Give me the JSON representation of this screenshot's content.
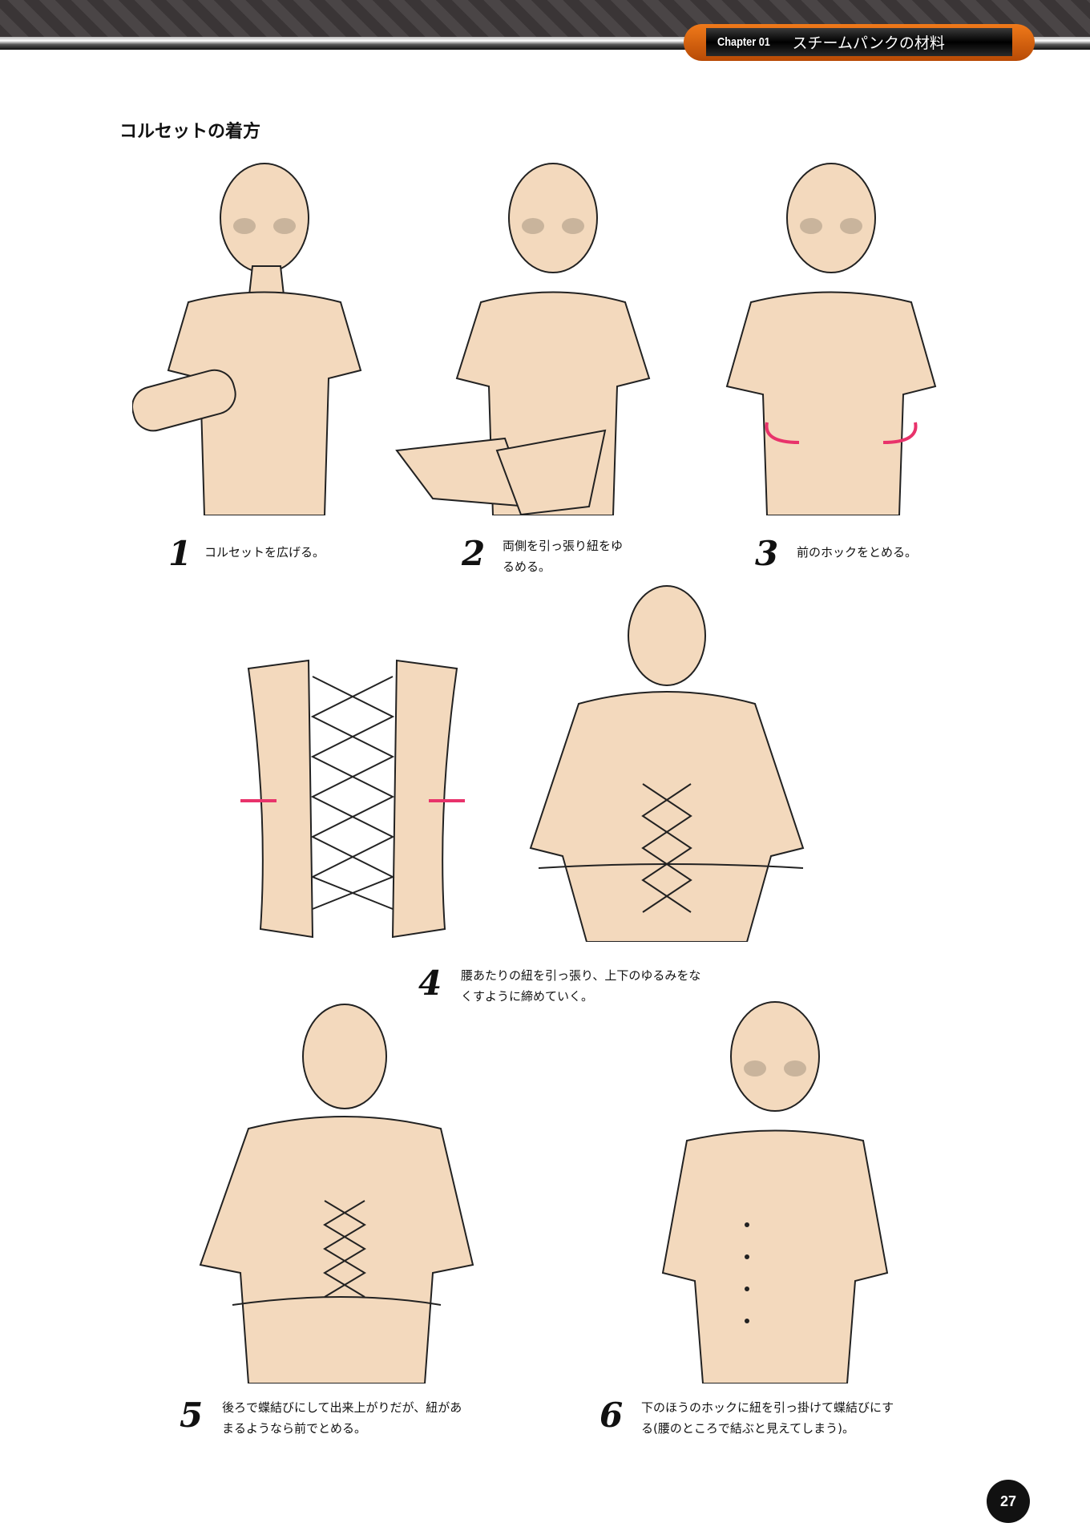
{
  "header": {
    "chapter": "Chapter 01",
    "chapter_title": "スチームパンクの材料"
  },
  "section_title": "コルセットの着方",
  "steps": [
    {
      "number": "1",
      "text": "コルセットを広げる。"
    },
    {
      "number": "2",
      "text_lines": [
        "両側を引っ張り紐をゆ",
        "るめる。"
      ]
    },
    {
      "number": "3",
      "text": "前のホックをとめる。"
    },
    {
      "number": "4",
      "text_lines": [
        "腰あたりの紐を引っ張り、上下のゆるみをな",
        "くすように締めていく。"
      ]
    },
    {
      "number": "5",
      "text_lines": [
        "後ろで蝶結びにして出来上がりだが、紐があ",
        "まるようなら前でとめる。"
      ]
    },
    {
      "number": "6",
      "text_lines": [
        "下のほうのホックに紐を引っ掛けて蝶結びにす",
        "る(腰のところで結ぶと見えてしまう)。"
      ]
    }
  ],
  "page_number": "27",
  "colors": {
    "skin": "#f3d9bd",
    "accent": "#e8336b",
    "header_orange": "#e06a10"
  }
}
